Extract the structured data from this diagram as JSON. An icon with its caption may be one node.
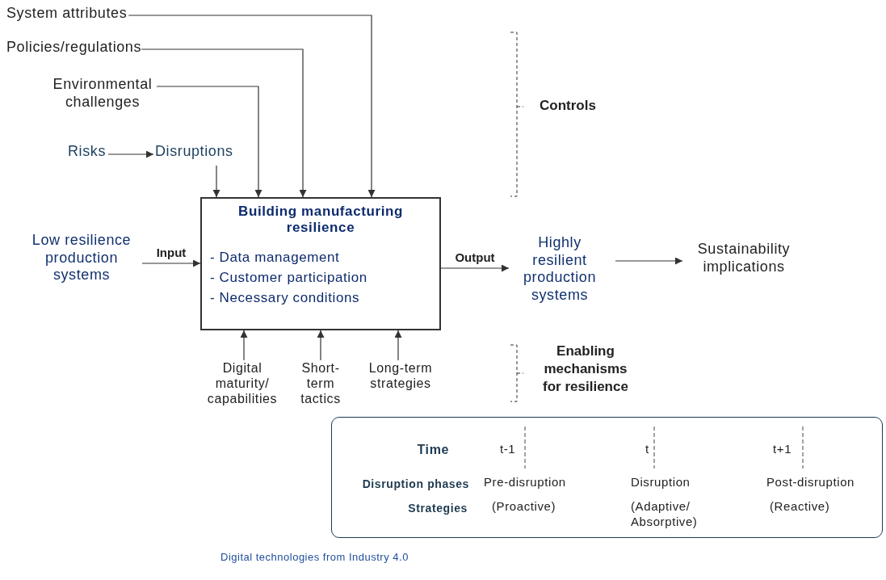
{
  "diagram": {
    "nodes": [
      {
        "text": [
          "System attributes"
        ]
      },
      {
        "text": [
          "Policies/regulations"
        ]
      },
      {
        "text": [
          "Environmental challenges"
        ]
      },
      {
        "text": [
          "Risks"
        ]
      },
      {
        "text": [
          "Disruptions"
        ]
      },
      {
        "text": [
          "Building manufacturing resilience",
          "- Data management",
          "- Customer participation",
          "- Necessary conditions"
        ]
      },
      {
        "text": [
          "Low resilience production systems"
        ]
      },
      {
        "text": [
          "Highly resilient production systems"
        ]
      },
      {
        "text": [
          "Sustainability implications"
        ]
      },
      {
        "text": [
          "Digital maturity/ capabilities"
        ]
      },
      {
        "text": [
          "Short- term tactics"
        ]
      },
      {
        "text": [
          "Long-term strategies"
        ]
      },
      {
        "text": [
          "Time",
          "t-1",
          "t",
          "t+1",
          "Disruption phases",
          "Pre-disruption",
          "Disruption",
          "Post-disruption",
          "Strategies",
          "(Proactive)",
          "(Adaptive/ Absorptive)",
          "(Reactive)"
        ]
      }
    ],
    "edges": [
      {
        "from": 0,
        "to": 5,
        "arrow": "to"
      },
      {
        "from": 1,
        "to": 5,
        "arrow": "to"
      },
      {
        "from": 2,
        "to": 5,
        "arrow": "to"
      },
      {
        "from": 3,
        "to": 4,
        "arrow": "to"
      },
      {
        "from": 4,
        "to": 5,
        "arrow": "to"
      },
      {
        "from": 6,
        "to": 5,
        "arrow": "to",
        "label": "Input"
      },
      {
        "from": 5,
        "to": 7,
        "arrow": "to",
        "label": "Output"
      },
      {
        "from": 7,
        "to": 8,
        "arrow": "to"
      },
      {
        "from": 9,
        "to": 5,
        "arrow": "to"
      },
      {
        "from": 10,
        "to": 5,
        "arrow": "to"
      },
      {
        "from": 11,
        "to": 5,
        "arrow": "to"
      }
    ],
    "labels": [
      "Controls",
      "Enabling mechanisms for resilience",
      "Digital technologies from Industry 4.0"
    ]
  }
}
